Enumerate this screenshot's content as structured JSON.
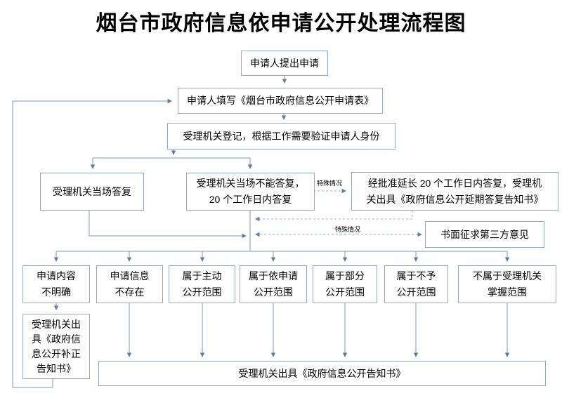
{
  "title": "烟台市政府信息依申请公开处理流程图",
  "colors": {
    "box_border": "#8ea9c4",
    "solid_line": "#7f9db9",
    "dashed_line": "#94afcc",
    "arrowhead": "#5b7fa6",
    "text": "#000000",
    "background": "#ffffff"
  },
  "labels": {
    "special_case_right": "特殊情况",
    "special_case_bottom": "特殊情况"
  },
  "nodes": {
    "submit": {
      "lines": [
        "申请人提出申请"
      ]
    },
    "fill_form": {
      "lines": [
        "申请人填写《烟台市政府信息公开申请表》"
      ]
    },
    "register": {
      "lines": [
        "受理机关登记，根据工作需要验证申请人身份"
      ]
    },
    "onsite_reply": {
      "lines": [
        "受理机关当场答复"
      ]
    },
    "delayed_reply": {
      "lines": [
        "受理机关当场不能答复，",
        "20 个工作日内答复"
      ]
    },
    "extended_reply": {
      "lines": [
        "经批准延长 20 个工作日内答复，受理机",
        "关出具《政府信息公开延期答复告知书》"
      ]
    },
    "third_party": {
      "lines": [
        "书面征求第三方意见"
      ]
    },
    "cat_unclear": {
      "lines": [
        "申请内容",
        "不明确"
      ]
    },
    "cat_not_exist": {
      "lines": [
        "申请信息",
        "不存在"
      ]
    },
    "cat_proactive": {
      "lines": [
        "属于主动",
        "公开范围"
      ]
    },
    "cat_on_request": {
      "lines": [
        "属于依申请",
        "公开范围"
      ]
    },
    "cat_partial": {
      "lines": [
        "属于部分",
        "公开范围"
      ]
    },
    "cat_refuse": {
      "lines": [
        "属于不予",
        "公开范围"
      ]
    },
    "cat_not_held": {
      "lines": [
        "不属于受理机关",
        "掌握范围"
      ]
    },
    "correction_notice": {
      "lines": [
        "受理机关出",
        "具《政府信",
        "息公开补正",
        "告知书》"
      ]
    },
    "final_notice": {
      "lines": [
        "受理机关出具《政府信息公开告知书》"
      ]
    }
  }
}
